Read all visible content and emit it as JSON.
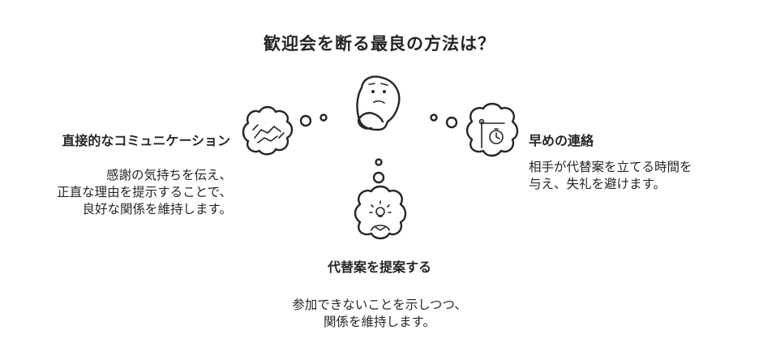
{
  "title": "歓迎会を断る最良の方法は？",
  "options": {
    "left": {
      "heading": "直接的なコミュニケーション",
      "lines": [
        "感謝の気持ちを伝え、",
        "正直な理由を提示することで、",
        "良好な関係を維持します。"
      ],
      "icon": "handshake-icon"
    },
    "right": {
      "heading": "早めの連絡",
      "lines": [
        "相手が代替案を立てる時間を",
        "与え、失礼を避けます。"
      ],
      "icon": "stopwatch-sign-icon"
    },
    "bottom": {
      "heading": "代替案を提案する",
      "lines": [
        "参加できないことを示しつつ、",
        "関係を維持します。"
      ],
      "icon": "lightbulb-person-icon"
    }
  },
  "center_icon": "thinking-face-icon"
}
